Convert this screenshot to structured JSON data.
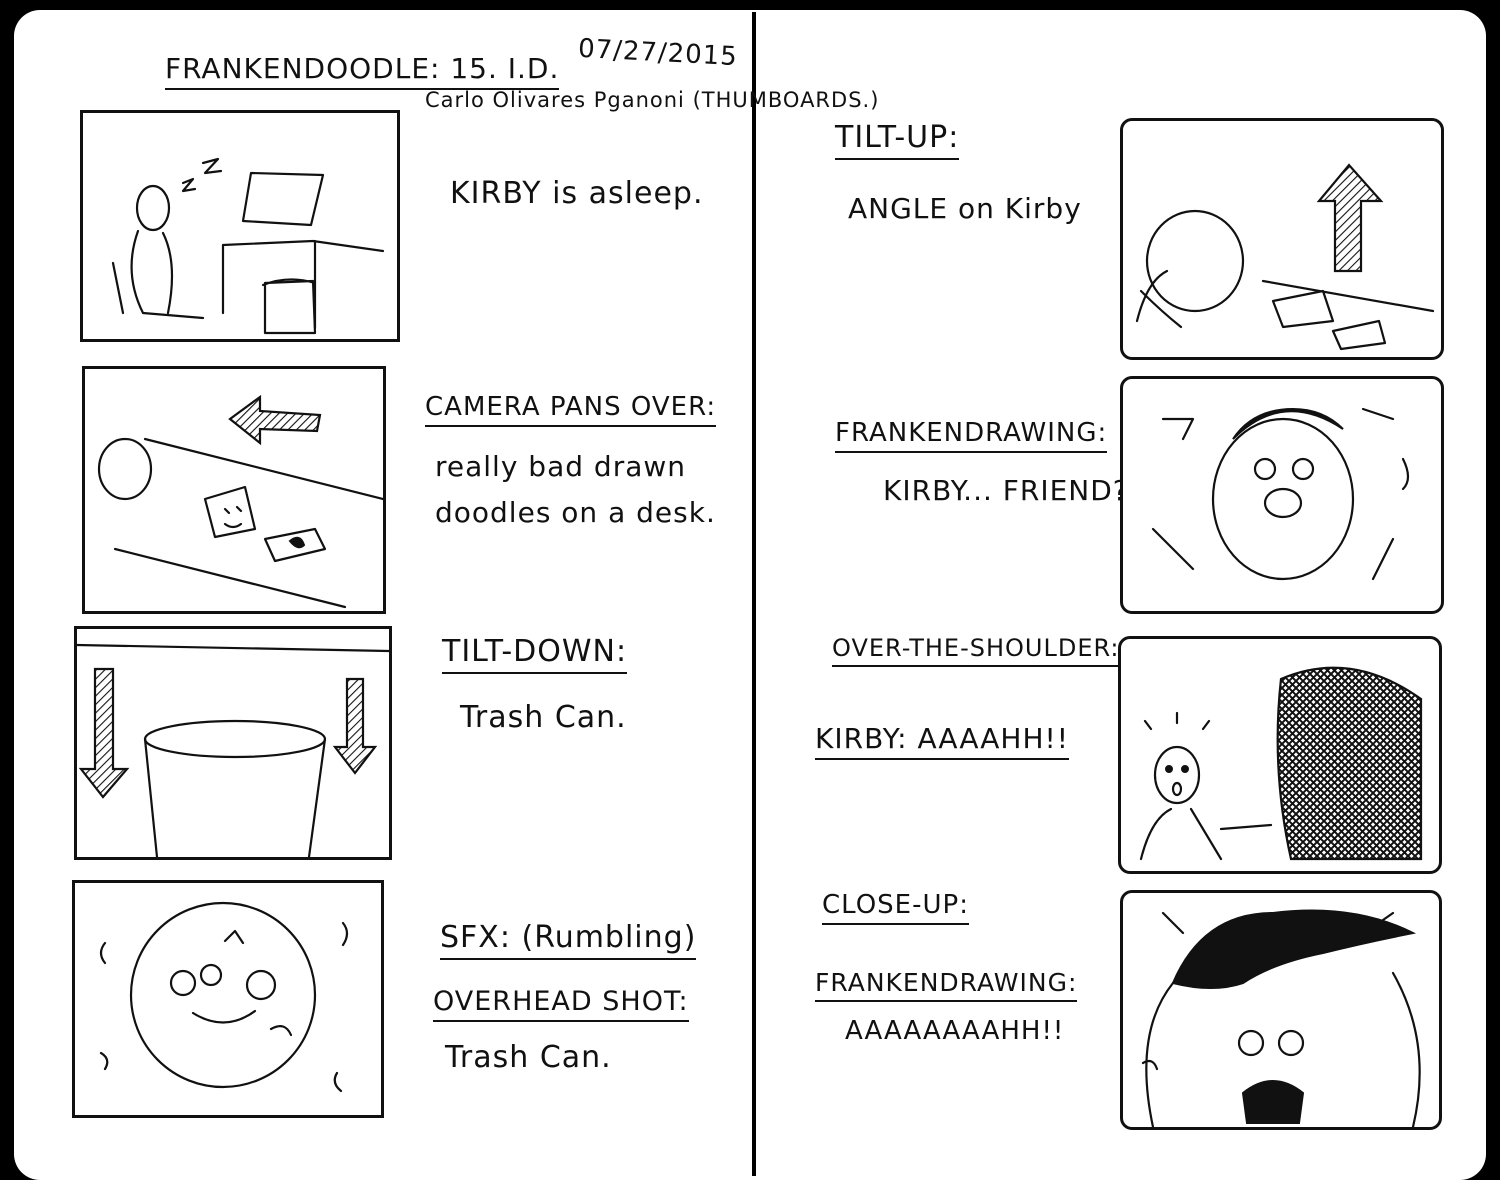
{
  "header": {
    "title": "FRANKENDOODLE: 15. I.D.",
    "date": "07/27/2015",
    "author": "Carlo Olivares Pganoni (THUMBOARDS.)"
  },
  "left_panels": [
    {
      "captions": [
        {
          "text": "KIRBY is asleep.",
          "underline": false
        }
      ]
    },
    {
      "captions": [
        {
          "text": "CAMERA PANS OVER:",
          "underline": true
        },
        {
          "text": "really bad drawn",
          "underline": false
        },
        {
          "text": "doodles on a desk.",
          "underline": false
        }
      ]
    },
    {
      "captions": [
        {
          "text": "TILT-DOWN:",
          "underline": true
        },
        {
          "text": "Trash Can.",
          "underline": false
        }
      ]
    },
    {
      "captions": [
        {
          "text": "SFX: (Rumbling)",
          "underline": true
        },
        {
          "text": "OVERHEAD SHOT:",
          "underline": true
        },
        {
          "text": "Trash Can.",
          "underline": false
        }
      ]
    }
  ],
  "right_panels": [
    {
      "captions": [
        {
          "text": "TILT-UP:",
          "underline": true
        },
        {
          "text": "ANGLE on Kirby",
          "underline": false
        }
      ]
    },
    {
      "captions": [
        {
          "text": "FRANKENDRAWING:",
          "underline": true
        },
        {
          "text": "KIRBY... FRIEND?",
          "underline": false
        }
      ]
    },
    {
      "captions": [
        {
          "text": "OVER-THE-SHOULDER:",
          "underline": true
        },
        {
          "text": "KIRBY: AAAAHH!!",
          "underline": false
        }
      ]
    },
    {
      "captions": [
        {
          "text": "CLOSE-UP:",
          "underline": true
        },
        {
          "text": "FRANKENDRAWING:",
          "underline": true
        },
        {
          "text": "AAAAAAAAHH!!",
          "underline": false
        }
      ]
    }
  ]
}
